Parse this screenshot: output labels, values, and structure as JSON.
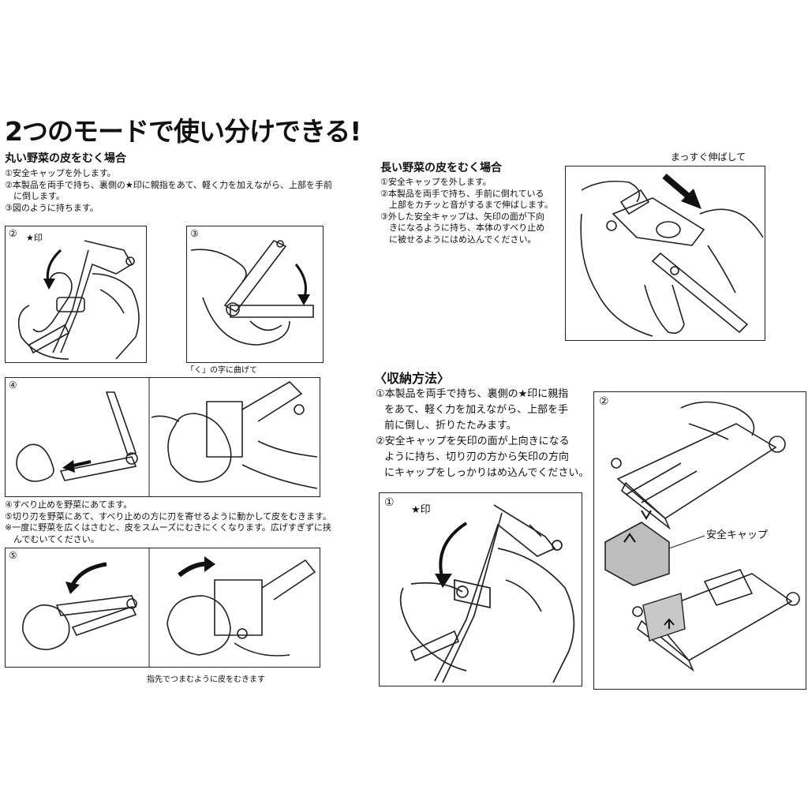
{
  "title": "2つのモードで使い分けできる!",
  "round": {
    "heading": "丸い野菜の皮をむく場合",
    "steps": [
      "①安全キャップを外します。",
      "②本製品を両手で持ち、裏側の★印に親指をあて、軽く力を加えながら、上部を手前",
      "に倒します。",
      "③図のように持ちます。"
    ],
    "panel2_num": "②",
    "panel2_star": "★印",
    "panel3_num": "③",
    "panel3_caption": "「く」の字に曲げて",
    "panel4_num": "④",
    "notes": [
      "④すべり止めを野菜にあてます。",
      "⑤切り刃を野菜にあて、すべり止めの方に刃を寄せるように動かして皮をむきます。",
      "※一度に野菜を広くはさむと、皮をスムーズにむきにくくなります。広げすぎずに挟",
      "んでむいてください。"
    ],
    "panel5_num": "⑤",
    "panel5_caption": "指先でつまむように皮をむきます"
  },
  "long": {
    "heading": "長い野菜の皮をむく場合",
    "steps": [
      "①安全キャップを外します。",
      "②本製品を両手で持ち、手前に倒れている",
      "上部をカチッと音がするまで伸ばします。",
      "③外した安全キャップは、矢印の面が下向",
      "きになるように持ち、本体のすべり止め",
      "に被せるようにはめ込んでください。"
    ],
    "caption": "まっすぐ伸ばして"
  },
  "storage": {
    "heading": "〈収納方法〉",
    "steps": [
      "①本製品を両手で持ち、裏側の★印に親指",
      "をあて、軽く力を加えながら、上部を手",
      "前に倒し、折りたたみます。",
      "②安全キャップを矢印の面が上向きになる",
      "ように持ち、切り刃の方から矢印の方向",
      "にキャップをしっかりはめ込んでください。"
    ],
    "panel1_num": "①",
    "panel1_star": "★印",
    "panel2_num": "②",
    "cap_label": "安全キャップ"
  }
}
